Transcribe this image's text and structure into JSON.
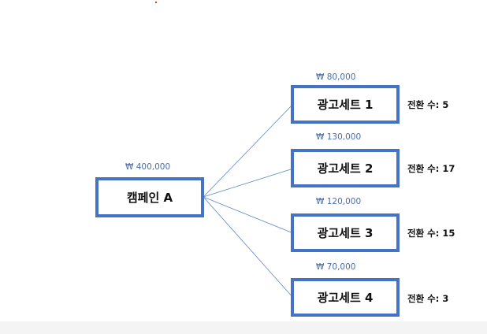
{
  "campaign": {
    "label": "캠페인 A",
    "budget": "₩ 400,000"
  },
  "ad_sets": [
    {
      "label": "광고세트 1",
      "budget": "₩ 80,000",
      "conversions": "전환 수: 5"
    },
    {
      "label": "광고세트 2",
      "budget": "₩ 130,000",
      "conversions": "전환 수: 17"
    },
    {
      "label": "광고세트 3",
      "budget": "₩ 120,000",
      "conversions": "전환 수: 15"
    },
    {
      "label": "광고세트 4",
      "budget": "₩ 70,000",
      "conversions": "전환 수: 3"
    }
  ],
  "colors": {
    "box_border": "#4472c4",
    "connector": "#5b86c9",
    "budget_text": "#4a6ea8"
  }
}
